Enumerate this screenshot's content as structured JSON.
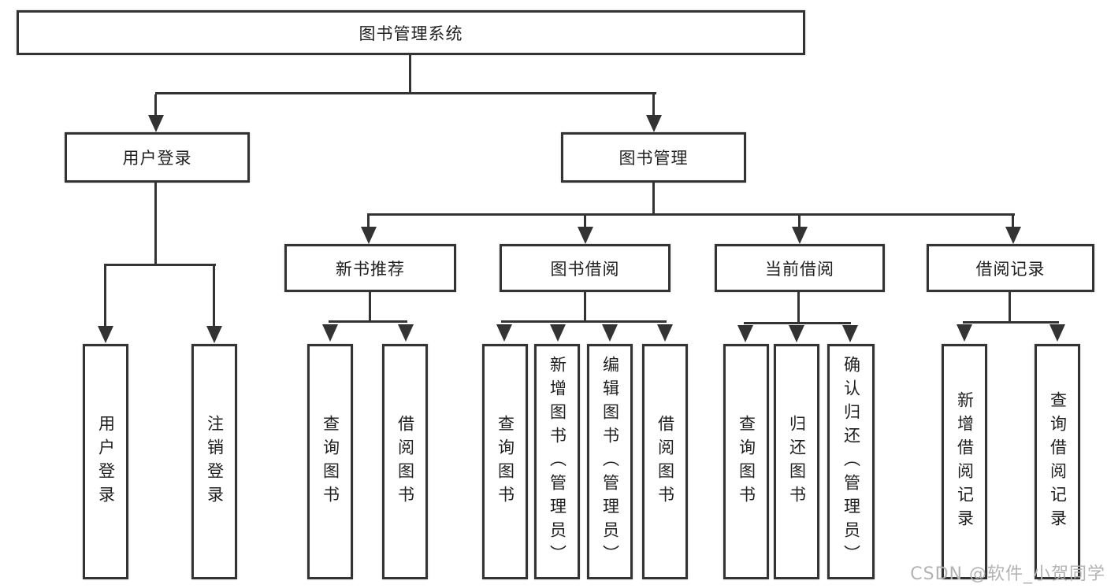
{
  "diagram": {
    "root": "图书管理系统",
    "level2": {
      "user_login": "用户登录",
      "book_mgmt": "图书管理"
    },
    "level3": {
      "new_books": "新书推荐",
      "book_borrow": "图书借阅",
      "current_borrow": "当前借阅",
      "borrow_records": "借阅记录"
    },
    "leaves": {
      "user_login": [
        "用户登录",
        "注销登录"
      ],
      "new_books": [
        "查询图书",
        "借阅图书"
      ],
      "book_borrow": [
        "查询图书",
        "新增图书（管理员）",
        "编辑图书（管理员）",
        "借阅图书"
      ],
      "current_borrow": [
        "查询图书",
        "归还图书",
        "确认归还（管理员）"
      ],
      "borrow_records": [
        "新增借阅记录",
        "查询借阅记录"
      ]
    }
  },
  "watermark": "CSDN @软件_小贺同学",
  "colors": {
    "line": "#333333",
    "box_border": "#333333",
    "box_bg": "#ffffff",
    "text": "#1f1f1f",
    "watermark": "#b3b3b3",
    "canvas_bg": "#ffffff"
  }
}
